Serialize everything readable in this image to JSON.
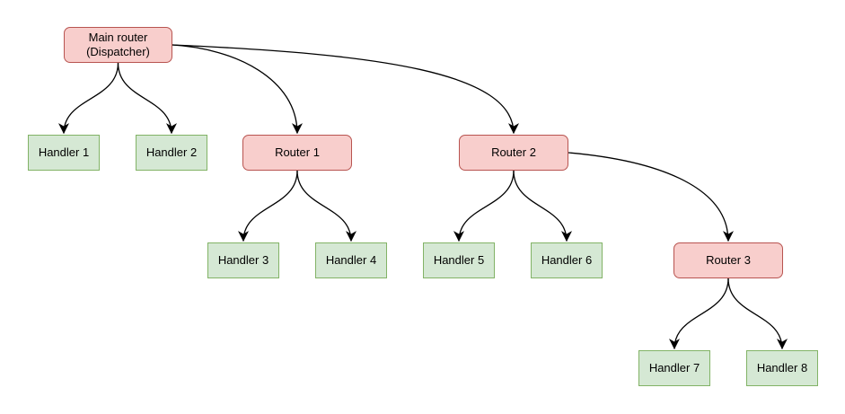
{
  "diagram": {
    "kind": "routing-tree",
    "colors": {
      "background": "#ffffff",
      "router_fill": "#f8cecc",
      "router_stroke": "#b85450",
      "handler_fill": "#d5e8d4",
      "handler_stroke": "#82b366",
      "edge_stroke": "#000000",
      "text": "#000000"
    },
    "nodes": {
      "main": {
        "label": "Main router\n(Dispatcher)",
        "type": "router"
      },
      "router1": {
        "label": "Router 1",
        "type": "router"
      },
      "router2": {
        "label": "Router 2",
        "type": "router"
      },
      "router3": {
        "label": "Router 3",
        "type": "router"
      },
      "handler1": {
        "label": "Handler 1",
        "type": "handler"
      },
      "handler2": {
        "label": "Handler 2",
        "type": "handler"
      },
      "handler3": {
        "label": "Handler 3",
        "type": "handler"
      },
      "handler4": {
        "label": "Handler 4",
        "type": "handler"
      },
      "handler5": {
        "label": "Handler 5",
        "type": "handler"
      },
      "handler6": {
        "label": "Handler 6",
        "type": "handler"
      },
      "handler7": {
        "label": "Handler 7",
        "type": "handler"
      },
      "handler8": {
        "label": "Handler 8",
        "type": "handler"
      }
    },
    "edges": [
      {
        "from": "Main router (Dispatcher)",
        "to": "Handler 1"
      },
      {
        "from": "Main router (Dispatcher)",
        "to": "Handler 2"
      },
      {
        "from": "Main router (Dispatcher)",
        "to": "Router 1"
      },
      {
        "from": "Main router (Dispatcher)",
        "to": "Router 2"
      },
      {
        "from": "Router 1",
        "to": "Handler 3"
      },
      {
        "from": "Router 1",
        "to": "Handler 4"
      },
      {
        "from": "Router 2",
        "to": "Handler 5"
      },
      {
        "from": "Router 2",
        "to": "Handler 6"
      },
      {
        "from": "Router 2",
        "to": "Router 3"
      },
      {
        "from": "Router 3",
        "to": "Handler 7"
      },
      {
        "from": "Router 3",
        "to": "Handler 8"
      }
    ]
  }
}
